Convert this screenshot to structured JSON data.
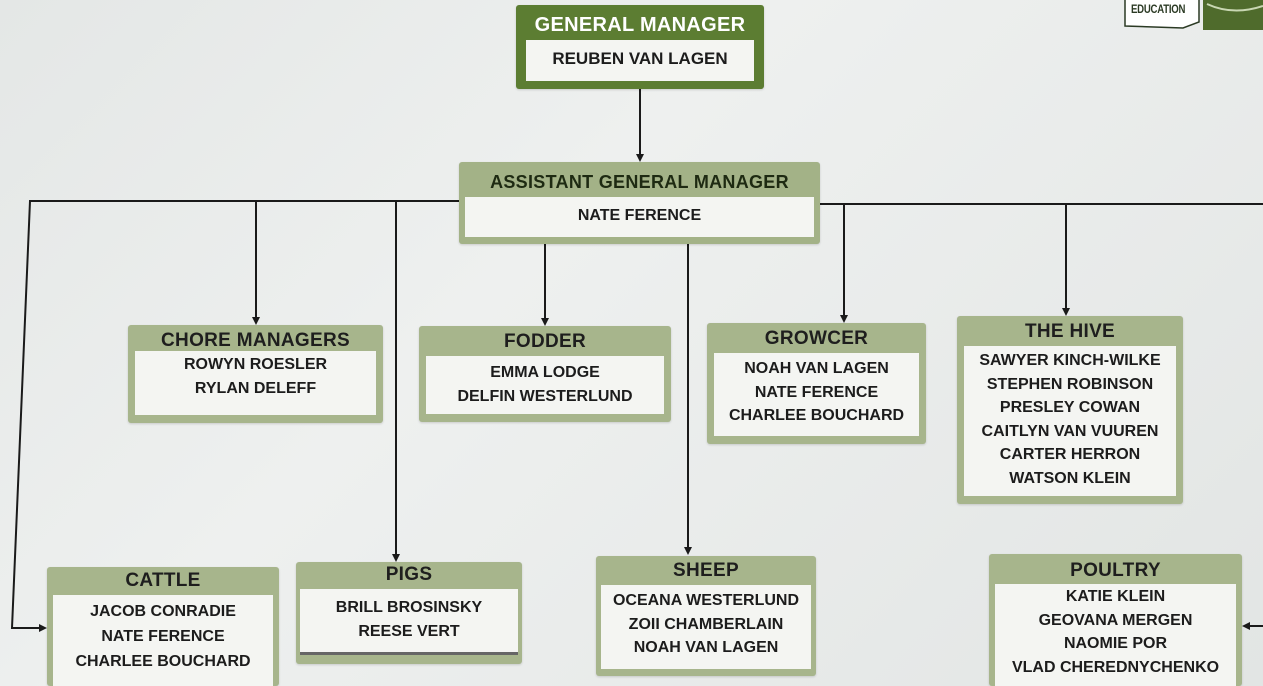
{
  "logo": {
    "text": "EDUCATION"
  },
  "general_manager": {
    "title": "GENERAL MANAGER",
    "names": [
      "REUBEN VAN LAGEN"
    ]
  },
  "assistant_gm": {
    "title": "ASSISTANT GENERAL MANAGER",
    "names": [
      "NATE FERENCE"
    ]
  },
  "chore_managers": {
    "title": "CHORE MANAGERS",
    "names": [
      "ROWYN ROESLER",
      "RYLAN DELEFF"
    ]
  },
  "fodder": {
    "title": "FODDER",
    "names": [
      "EMMA LODGE",
      "DELFIN WESTERLUND"
    ]
  },
  "growcer": {
    "title": "GROWCER",
    "names": [
      "NOAH VAN LAGEN",
      "NATE FERENCE",
      "CHARLEE BOUCHARD"
    ]
  },
  "the_hive": {
    "title": "THE HIVE",
    "names": [
      "SAWYER KINCH-WILKE",
      "STEPHEN ROBINSON",
      "PRESLEY COWAN",
      "CAITLYN VAN VUUREN",
      "CARTER HERRON",
      "WATSON KLEIN"
    ]
  },
  "cattle": {
    "title": "CATTLE",
    "names": [
      "JACOB CONRADIE",
      "NATE FERENCE",
      "CHARLEE BOUCHARD"
    ]
  },
  "pigs": {
    "title": "PIGS",
    "names": [
      "BRILL BROSINSKY",
      "REESE VERT"
    ]
  },
  "sheep": {
    "title": "SHEEP",
    "names": [
      "OCEANA WESTERLUND",
      "ZOII CHAMBERLAIN",
      "NOAH VAN LAGEN"
    ]
  },
  "poultry": {
    "title": "POULTRY",
    "names": [
      "KATIE KLEIN",
      "GEOVANA MERGEN",
      "NAOMIE POR",
      "VLAD CHEREDNYCHENKO"
    ]
  },
  "colors": {
    "dark_green": "#5c7d32",
    "sage": "#a7b58c",
    "line": "#1a1a1a",
    "names_bg": "#f4f5f2"
  }
}
